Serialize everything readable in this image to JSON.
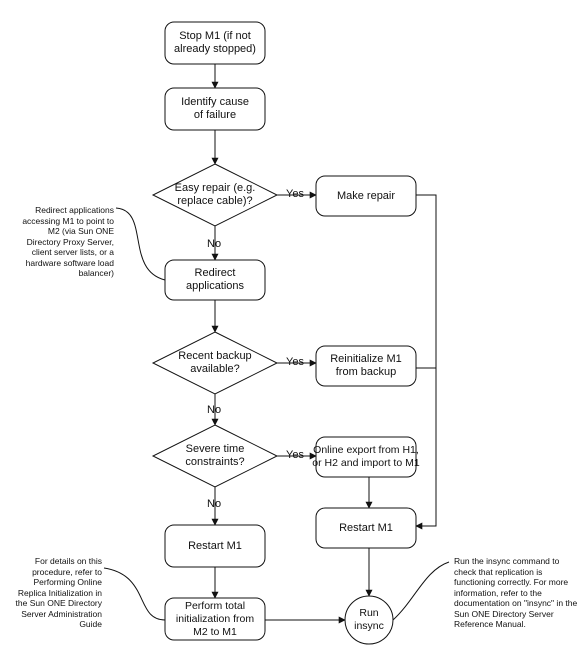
{
  "nodes": {
    "stop_m1": "Stop M1 (if not already stopped)",
    "identify_cause": "Identify cause of failure",
    "easy_repair": "Easy repair (e.g. replace cable)?",
    "make_repair": "Make repair",
    "redirect_apps": "Redirect applications",
    "recent_backup": "Recent backup available?",
    "reinit_backup": "Reinitialize M1 from backup",
    "severe_time": "Severe time constraints?",
    "online_export": "Online export from H1, or H2 and import to M1",
    "restart_m1_right": "Restart M1",
    "restart_m1_left": "Restart M1",
    "perform_total_init": "Perform total initialization from M2 to M1",
    "run_insync": "Run insync"
  },
  "edge_labels": {
    "yes1": "Yes",
    "no1": "No",
    "yes2": "Yes",
    "no2": "No",
    "yes3": "Yes",
    "no3": "No"
  },
  "notes": {
    "redirect_note": "Redirect applications accessing M1 to point to M2 (via Sun ONE Directory Proxy Server, client server lists, or a hardware software load balancer)",
    "details_note": "For details on this procedure, refer to Performing Online Replica Initialization in the Sun ONE Directory Server Administration Guide",
    "insync_note": "Run the insync command to check that replication is functioning correctly. For more information, refer to the documentation on \"insync\" in the Sun ONE Directory Server Reference Manual."
  }
}
